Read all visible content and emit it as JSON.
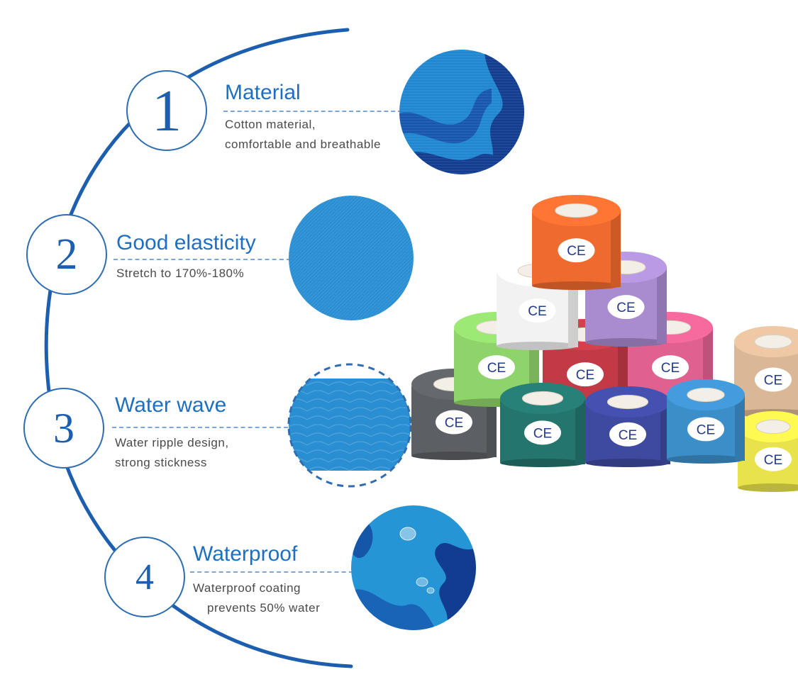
{
  "features": [
    {
      "number": "1",
      "title": "Material",
      "desc": [
        "Cotton material,",
        "comfortable and breathable"
      ]
    },
    {
      "number": "2",
      "title": "Good elasticity",
      "desc": [
        "Stretch to 170%-180%"
      ]
    },
    {
      "number": "3",
      "title": "Water wave",
      "desc": [
        "Water ripple design,",
        "strong stickness"
      ]
    },
    {
      "number": "4",
      "title": "Waterproof",
      "desc": [
        "Waterproof coating",
        "prevents 50% water"
      ]
    }
  ],
  "product": {
    "mark": "CE",
    "rolls": [
      {
        "name": "orange",
        "color": "#ef6a2e"
      },
      {
        "name": "white",
        "color": "#f2f2f2"
      },
      {
        "name": "purple",
        "color": "#a98bd0"
      },
      {
        "name": "green",
        "color": "#8fd46a"
      },
      {
        "name": "red",
        "color": "#c23a46"
      },
      {
        "name": "pink",
        "color": "#e0608f"
      },
      {
        "name": "dark-grey",
        "color": "#5c5f63"
      },
      {
        "name": "teal",
        "color": "#23756d"
      },
      {
        "name": "navy",
        "color": "#3e4aa0"
      },
      {
        "name": "blue",
        "color": "#3c8ec9"
      },
      {
        "name": "beige",
        "color": "#d9b797"
      },
      {
        "name": "yellow",
        "color": "#e8e34a"
      }
    ]
  },
  "colors": {
    "accent": "#1e6fc0",
    "arc": "#1d5fae",
    "tape_blue": "#2f8fd0"
  }
}
